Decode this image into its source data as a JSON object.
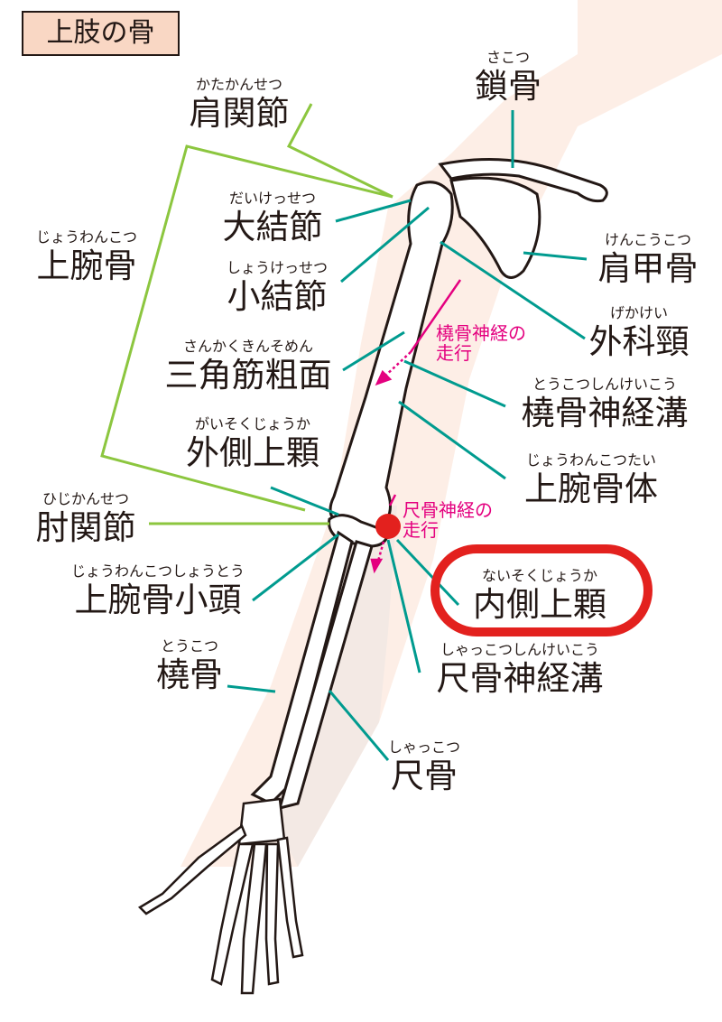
{
  "title": "上肢の骨",
  "labels": {
    "shoulder_joint": {
      "ruby": "かたかんせつ",
      "name": "肩関節"
    },
    "clavicle": {
      "ruby": "さこつ",
      "name": "鎖骨"
    },
    "greater_tubercle": {
      "ruby": "だいけっせつ",
      "name": "大結節"
    },
    "humerus": {
      "ruby": "じょうわんこつ",
      "name": "上腕骨"
    },
    "lesser_tubercle": {
      "ruby": "しょうけっせつ",
      "name": "小結節"
    },
    "scapula": {
      "ruby": "けんこうこつ",
      "name": "肩甲骨"
    },
    "surgical_neck": {
      "ruby": "げかけい",
      "name": "外科頸"
    },
    "deltoid_tuberosity": {
      "ruby": "さんかくきんそめん",
      "name": "三角筋粗面"
    },
    "radial_groove": {
      "ruby": "とうこつしんけいこう",
      "name": "橈骨神経溝"
    },
    "lateral_epicondyle": {
      "ruby": "がいそくじょうか",
      "name": "外側上顆"
    },
    "humerus_body": {
      "ruby": "じょうわんこつたい",
      "name": "上腕骨体"
    },
    "elbow_joint": {
      "ruby": "ひじかんせつ",
      "name": "肘関節"
    },
    "capitulum": {
      "ruby": "じょうわんこつしょうとう",
      "name": "上腕骨小頭"
    },
    "medial_epicondyle": {
      "ruby": "ないそくじょうか",
      "name": "内側上顆"
    },
    "radius": {
      "ruby": "とうこつ",
      "name": "橈骨"
    },
    "ulnar_groove": {
      "ruby": "しゃっこつしんけいこう",
      "name": "尺骨神経溝"
    },
    "ulna": {
      "ruby": "しゃっこつ",
      "name": "尺骨"
    }
  },
  "nerves": {
    "radial": {
      "line1": "橈骨神経の",
      "line2": "走行"
    },
    "ulnar": {
      "line1": "尺骨神経の",
      "line2": "走行"
    }
  },
  "colors": {
    "skin": "#fdeee6",
    "leader": "#009b8f",
    "bracket": "#8cc63f",
    "nerve": "#e4007f",
    "highlight": "#e3211e"
  }
}
